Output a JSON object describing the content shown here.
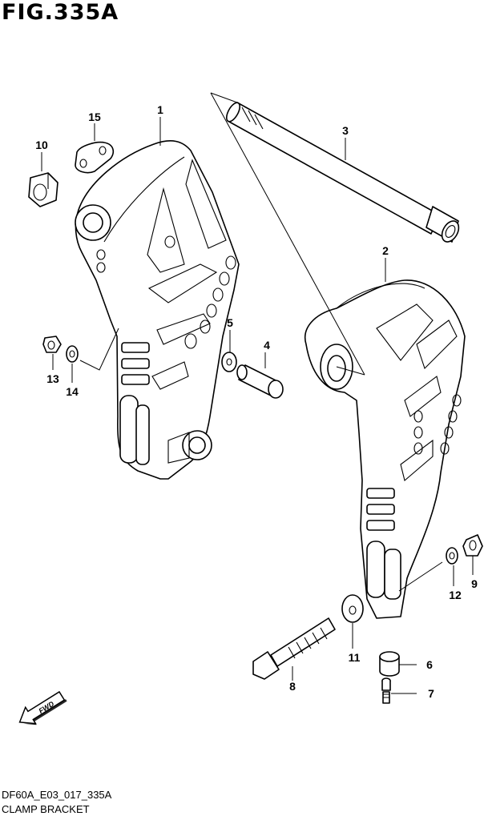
{
  "figure": {
    "title": "FIG.335A",
    "code": "DF60A_E03_017_335A",
    "caption": "CLAMP BRACKET"
  },
  "fwd_label": "FWD",
  "callouts": [
    "1",
    "2",
    "3",
    "4",
    "5",
    "6",
    "7",
    "8",
    "9",
    "10",
    "11",
    "12",
    "13",
    "14",
    "15"
  ]
}
